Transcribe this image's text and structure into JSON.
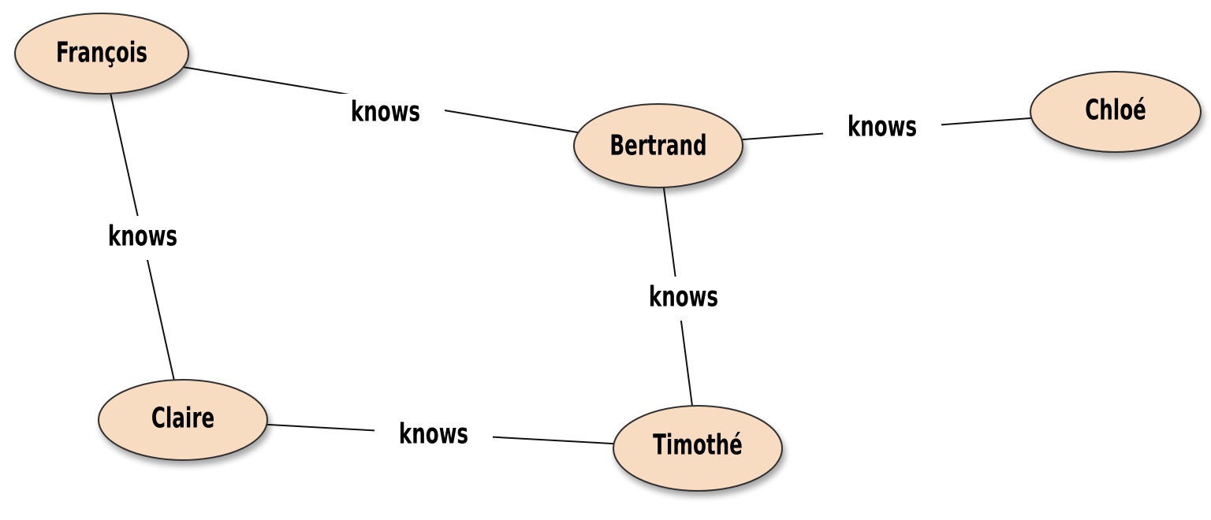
{
  "colors": {
    "node_fill": "#f8dcc2",
    "node_stroke": "#333333",
    "edge": "#111111",
    "background": "#ffffff"
  },
  "nodes": [
    {
      "id": "francois",
      "label": "François"
    },
    {
      "id": "bertrand",
      "label": "Bertrand"
    },
    {
      "id": "chloe",
      "label": "Chloé"
    },
    {
      "id": "claire",
      "label": "Claire"
    },
    {
      "id": "timothe",
      "label": "Timothé"
    }
  ],
  "edges": [
    {
      "from": "francois",
      "to": "bertrand",
      "label": "knows"
    },
    {
      "from": "bertrand",
      "to": "chloe",
      "label": "knows"
    },
    {
      "from": "francois",
      "to": "claire",
      "label": "knows"
    },
    {
      "from": "bertrand",
      "to": "timothe",
      "label": "knows"
    },
    {
      "from": "claire",
      "to": "timothe",
      "label": "knows"
    }
  ]
}
